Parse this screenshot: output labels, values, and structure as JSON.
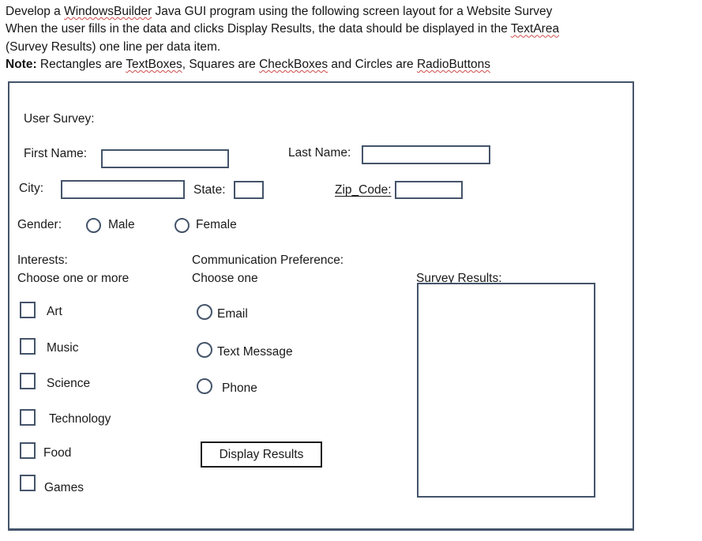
{
  "instructions": {
    "line1_pre": "Develop a ",
    "line1_word1": "WindowsBuilder",
    "line1_post": " Java GUI program using the following screen layout for a Website Survey",
    "line2_pre": "When the user fills in the data and clicks Display Results, the data should be displayed in the ",
    "line2_word1": "TextArea",
    "line3": "(Survey Results) one line per data item.",
    "note_label": "Note:",
    "note_seg1": " Rectangles are ",
    "note_word1": "TextBoxes",
    "note_seg2": ", Squares are ",
    "note_word2": "CheckBoxes",
    "note_seg3": " and Circles are ",
    "note_word3": "RadioButtons"
  },
  "form": {
    "title": "User Survey:",
    "fields": {
      "first_name": "First Name:",
      "last_name": "Last Name:",
      "city": "City:",
      "state": "State:",
      "zip": "Zip_Code:"
    },
    "gender": {
      "label": "Gender:",
      "options": [
        "Male",
        "Female"
      ]
    },
    "interests": {
      "label": "Interests:",
      "hint": "Choose one or more",
      "items": [
        "Art",
        "Music",
        "Science",
        "Technology",
        "Food",
        "Games"
      ]
    },
    "communication": {
      "label": "Communication Preference:",
      "hint": "Choose one",
      "items": [
        "Email",
        "Text Message",
        "Phone"
      ]
    },
    "button": {
      "label": "Display Results"
    },
    "results": {
      "label": "Survey Results:"
    }
  },
  "colors": {
    "outline": "#44546A",
    "button_border": "#1c1c1c",
    "squiggle": "#d04949",
    "text": "#1a1a1a"
  }
}
